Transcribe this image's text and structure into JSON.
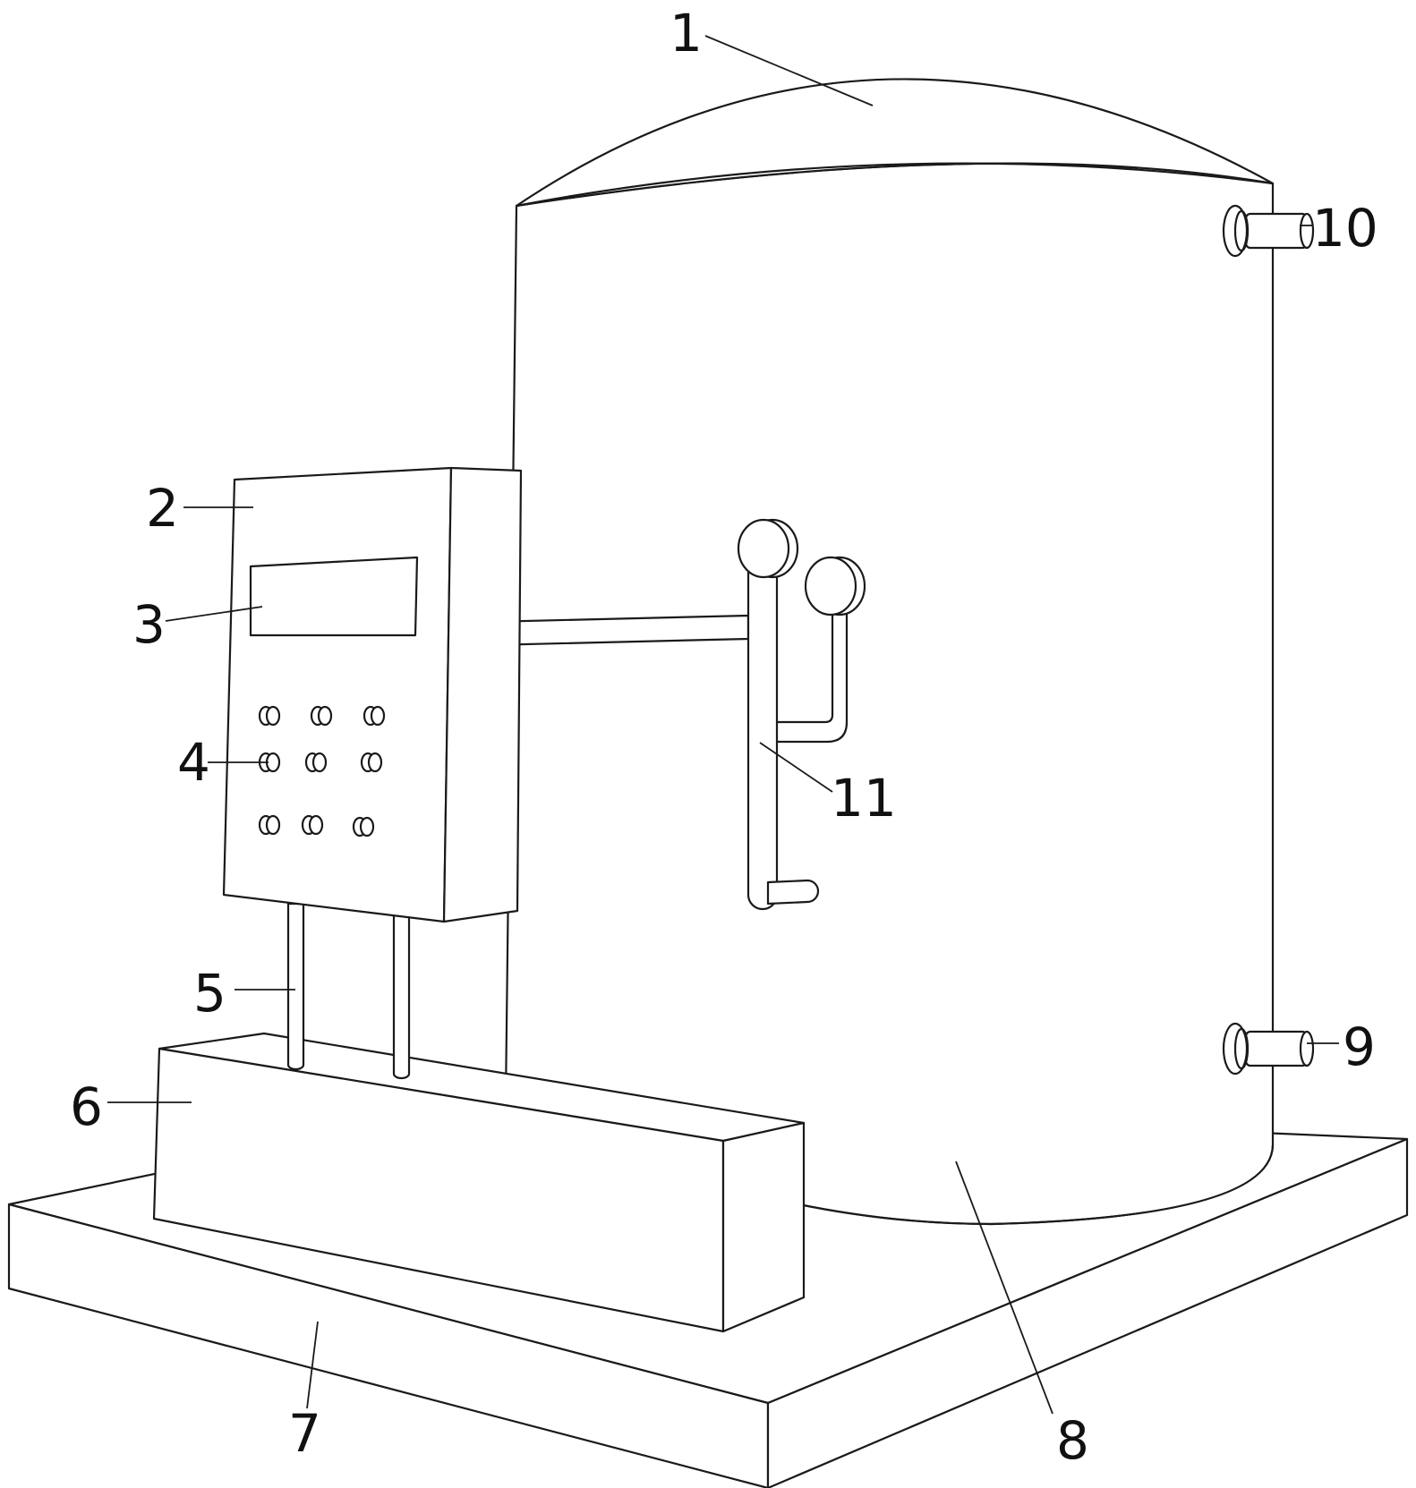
{
  "callouts": [
    {
      "id": "1",
      "text": "1"
    },
    {
      "id": "2",
      "text": "2"
    },
    {
      "id": "3",
      "text": "3"
    },
    {
      "id": "4",
      "text": "4"
    },
    {
      "id": "5",
      "text": "5"
    },
    {
      "id": "6",
      "text": "6"
    },
    {
      "id": "7",
      "text": "7"
    },
    {
      "id": "8",
      "text": "8"
    },
    {
      "id": "9",
      "text": "9"
    },
    {
      "id": "10",
      "text": "10"
    },
    {
      "id": "11",
      "text": "11"
    }
  ],
  "colors": {
    "line": "#1a1a1a",
    "background": "#ffffff"
  }
}
